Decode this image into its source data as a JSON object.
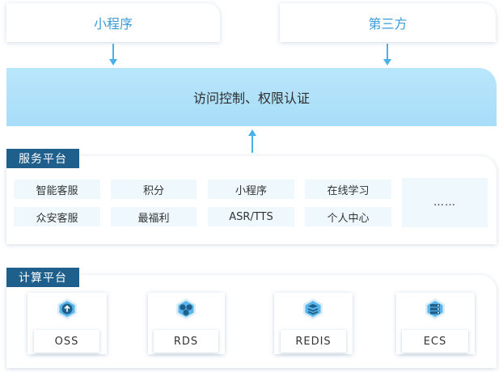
{
  "clients": [
    {
      "label": "小程序"
    },
    {
      "label": "第三方"
    }
  ],
  "auth_layer": {
    "label": "访问控制、权限认证"
  },
  "service_platform": {
    "tag": "服务平台",
    "items": [
      "智能客服",
      "积分",
      "小程序",
      "在线学习",
      "众安客服",
      "最福利",
      "ASR/TTS",
      "个人中心"
    ],
    "more": "……"
  },
  "compute_platform": {
    "tag": "计算平台",
    "nodes": [
      {
        "label": "OSS",
        "icon": "cloud-upload-icon"
      },
      {
        "label": "RDS",
        "icon": "database-cluster-icon"
      },
      {
        "label": "REDIS",
        "icon": "layers-stack-icon"
      },
      {
        "label": "ECS",
        "icon": "server-rack-icon"
      }
    ]
  },
  "colors": {
    "accent": "#48b0ea",
    "auth_bg": "#b9e6fb",
    "tag_bg": "#1f5f8c",
    "service_bg": "#eef8fd"
  }
}
